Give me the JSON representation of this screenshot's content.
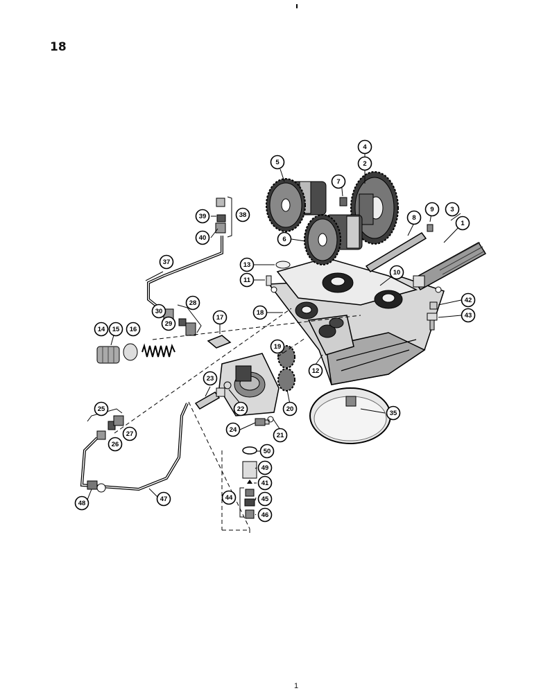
{
  "page": {
    "number": "18",
    "footer": "1"
  },
  "callouts": [
    {
      "label": "1"
    },
    {
      "label": "2"
    },
    {
      "label": "3"
    },
    {
      "label": "4"
    },
    {
      "label": "5"
    },
    {
      "label": "6"
    },
    {
      "label": "7"
    },
    {
      "label": "8"
    },
    {
      "label": "9"
    },
    {
      "label": "10"
    },
    {
      "label": "11"
    },
    {
      "label": "12"
    },
    {
      "label": "13"
    },
    {
      "label": "14"
    },
    {
      "label": "15"
    },
    {
      "label": "16"
    },
    {
      "label": "17"
    },
    {
      "label": "18"
    },
    {
      "label": "19"
    },
    {
      "label": "20"
    },
    {
      "label": "21"
    },
    {
      "label": "22"
    },
    {
      "label": "23"
    },
    {
      "label": "24"
    },
    {
      "label": "25"
    },
    {
      "label": "26"
    },
    {
      "label": "27"
    },
    {
      "label": "28"
    },
    {
      "label": "29"
    },
    {
      "label": "30"
    },
    {
      "label": "35"
    },
    {
      "label": "37"
    },
    {
      "label": "38"
    },
    {
      "label": "39"
    },
    {
      "label": "40"
    },
    {
      "label": "41"
    },
    {
      "label": "42"
    },
    {
      "label": "43"
    },
    {
      "label": "44"
    },
    {
      "label": "45"
    },
    {
      "label": "46"
    },
    {
      "label": "47"
    },
    {
      "label": "48"
    },
    {
      "label": "49"
    },
    {
      "label": "50"
    }
  ]
}
